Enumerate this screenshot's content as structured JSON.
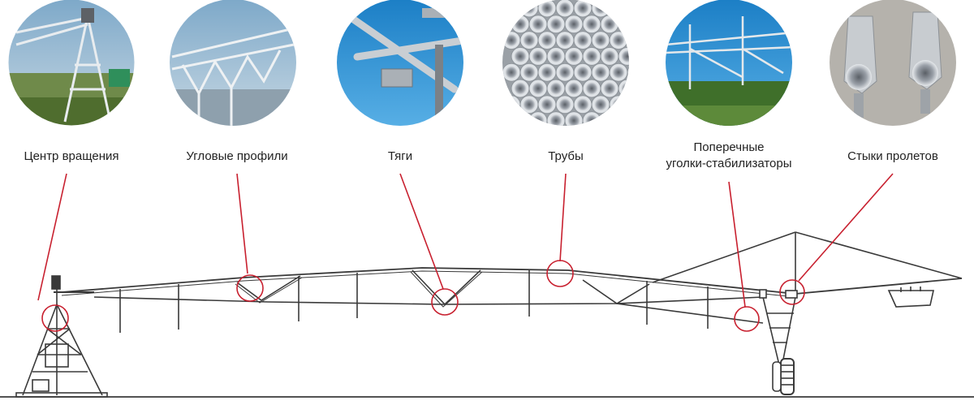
{
  "labels": {
    "pivot": "Центр вращения",
    "angles": "Угловые профили",
    "rods": "Тяги",
    "pipes": "Трубы",
    "braces_line1": "Поперечные",
    "braces_line2": "уголки-стабилизаторы",
    "joints": "Стыки пролетов"
  },
  "colors": {
    "pointer": "#c8202f",
    "structure": "#3a3a3a",
    "sky": "#2a8fd0",
    "metal": "#b7bcc2",
    "grass": "#4d7a2c"
  }
}
